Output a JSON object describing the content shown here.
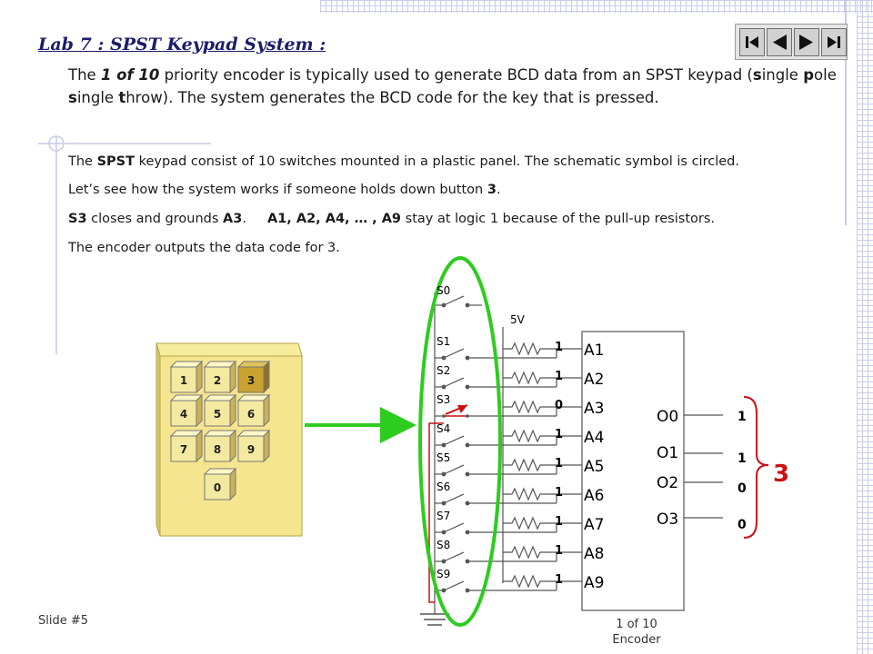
{
  "title": "Lab 7 : SPST Keypad System :",
  "nav": {
    "first_label": "first-slide",
    "prev_label": "previous-slide",
    "next_label": "next-slide",
    "last_label": "last-slide"
  },
  "intro": {
    "t1": "The ",
    "t2": "1 of  10",
    "t3": " priority encoder is typically used to generate BCD data from an SPST keypad (",
    "t4": "s",
    "t5": "ingle ",
    "t6": "p",
    "t7": "ole ",
    "t8": "s",
    "t9": "ingle ",
    "t10": "t",
    "t11": "hrow). The system generates the BCD code for the key that is pressed."
  },
  "para2": {
    "a": "The ",
    "b": "SPST",
    "c": " keypad consist of 10 switches mounted in a plastic panel. The schematic symbol is circled."
  },
  "para3": {
    "a": "Let’s see how the system works if someone holds down button ",
    "b": "3",
    "c": "."
  },
  "para4": {
    "a": "S3",
    "b": " closes and grounds ",
    "c": "A3",
    "d": ".     ",
    "e": "A1, A2, A4, … , A9",
    "f": " stay at logic 1 because of the pull-up resistors."
  },
  "para5": "The encoder outputs the data code for 3.",
  "keypad": {
    "keys": [
      "1",
      "2",
      "3",
      "4",
      "5",
      "6",
      "7",
      "8",
      "9",
      "0"
    ],
    "pressed": "3"
  },
  "schematic": {
    "supply_label": "5V",
    "switches": [
      "S0",
      "S1",
      "S2",
      "S3",
      "S4",
      "S5",
      "S6",
      "S7",
      "S8",
      "S9"
    ],
    "inputs": [
      "A1",
      "A2",
      "A3",
      "A4",
      "A5",
      "A6",
      "A7",
      "A8",
      "A9"
    ],
    "input_bits": [
      "1",
      "1",
      "0",
      "1",
      "1",
      "1",
      "1",
      "1",
      "1"
    ],
    "outputs": [
      "O0",
      "O1",
      "O2",
      "O3"
    ],
    "output_bits": [
      "1",
      "1",
      "0",
      "0"
    ],
    "result": "3"
  },
  "encoder_label_1": "1 of 10",
  "encoder_label_2": "Encoder",
  "slide_number": "Slide #5",
  "colors": {
    "title": "#1c1c6b",
    "circle": "#2ecc1f",
    "arrow": "#2ecc1f",
    "active": "#cc1111",
    "key": "#f3e9a0",
    "key_pressed": "#c9a231",
    "panel": "#f6e58f"
  }
}
